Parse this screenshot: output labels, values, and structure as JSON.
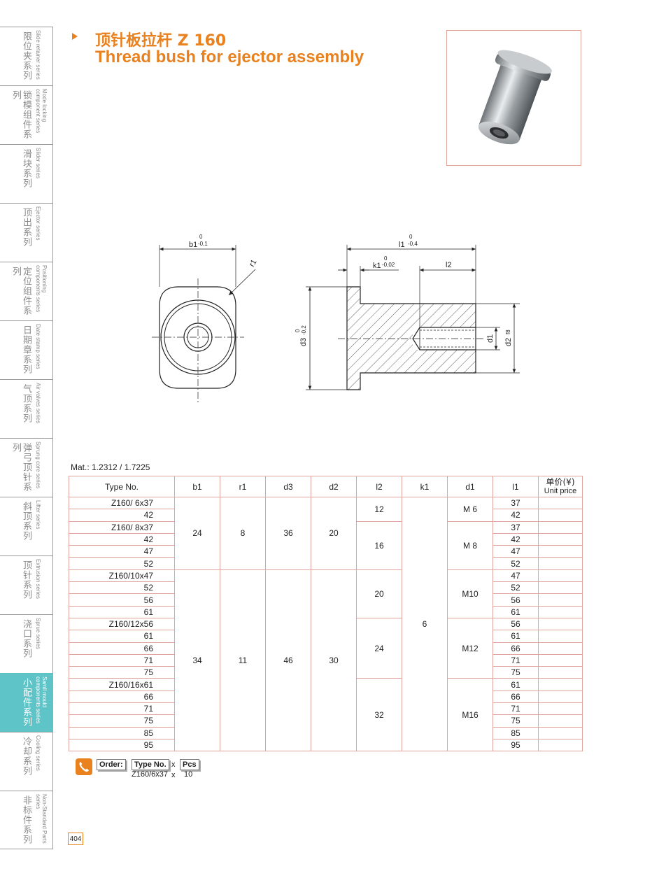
{
  "sidebar": {
    "items": [
      {
        "cn": "限位夹系列",
        "en": "Slide retainer series"
      },
      {
        "cn": "锁模组件系列",
        "en": "Mode locking component series"
      },
      {
        "cn": "滑块系列",
        "en": "Slider series"
      },
      {
        "cn": "顶出系列",
        "en": "Ejector series"
      },
      {
        "cn": "定位组件系列",
        "en": "Positioning components series"
      },
      {
        "cn": "日期章系列",
        "en": "Date stamp series"
      },
      {
        "cn": "气顶系列",
        "en": "Air valves series"
      },
      {
        "cn": "弹弓顶针系列",
        "en": "Sprung core series"
      },
      {
        "cn": "斜顶系列",
        "en": "Lifter series"
      },
      {
        "cn": "顶针系列",
        "en": "Extrusion series"
      },
      {
        "cn": "浇口系列",
        "en": "Sprue series"
      },
      {
        "cn": "小配件系列",
        "en": "Samll mould components series",
        "active": true
      },
      {
        "cn": "冷却系列",
        "en": "Cooling series"
      },
      {
        "cn": "非标件系列",
        "en": "Non-Standard Parts series"
      }
    ]
  },
  "header": {
    "title_cn": "顶针板拉杆  Z 160",
    "title_en": "Thread bush for ejector assembly"
  },
  "colors": {
    "accent": "#e8811e",
    "active_tab": "#5ec4c8",
    "table_border": "#e0a39b"
  },
  "drawing": {
    "front": {
      "b1": "b1",
      "b1_tol_top": "0",
      "b1_tol_bot": "-0,1",
      "r1": "r1"
    },
    "side": {
      "l1": "l1",
      "l1_tol_top": "0",
      "l1_tol_bot": "-0,4",
      "k1": "k1",
      "k1_tol_top": "0",
      "k1_tol_bot": "-0,02",
      "l2": "l2",
      "d3": "d3",
      "d3_tol_top": "0",
      "d3_tol_bot": "-0,2",
      "d1": "d1",
      "d2": "d2",
      "d2_fit": "f8"
    }
  },
  "material": "Mat.: 1.2312 / 1.7225",
  "table": {
    "headers": {
      "type": "Type No.",
      "b1": "b1",
      "r1": "r1",
      "d3": "d3",
      "d2": "d2",
      "l2": "l2",
      "k1": "k1",
      "d1": "d1",
      "l1": "l1",
      "price_cn": "单价(¥)",
      "price_en": "Unit price"
    },
    "type_rows": [
      "Z160/  6x37",
      "42",
      "Z160/  8x37",
      "42",
      "47",
      "52",
      "Z160/10x47",
      "52",
      "56",
      "61",
      "Z160/12x56",
      "61",
      "66",
      "71",
      "75",
      "Z160/16x61",
      "66",
      "71",
      "75",
      "85",
      "95"
    ],
    "l1_rows": [
      "37",
      "42",
      "37",
      "42",
      "47",
      "52",
      "47",
      "52",
      "56",
      "61",
      "56",
      "61",
      "66",
      "71",
      "75",
      "61",
      "66",
      "71",
      "75",
      "85",
      "95"
    ],
    "groups": [
      {
        "b1": "24",
        "r1": "8",
        "d3": "36",
        "d2": "20"
      },
      {
        "b1": "34",
        "r1": "11",
        "d3": "46",
        "d2": "30"
      }
    ],
    "l2": [
      "12",
      "16",
      "20",
      "24",
      "32"
    ],
    "k1": "6",
    "d1": [
      "M 6",
      "M 8",
      "M10",
      "M12",
      "M16"
    ]
  },
  "order": {
    "label": "Order:",
    "type_label": "Type No.",
    "x": "x",
    "pcs_label": "Pcs",
    "example_type": "Z160/6x37",
    "example_pcs": "10"
  },
  "page_number": "404"
}
